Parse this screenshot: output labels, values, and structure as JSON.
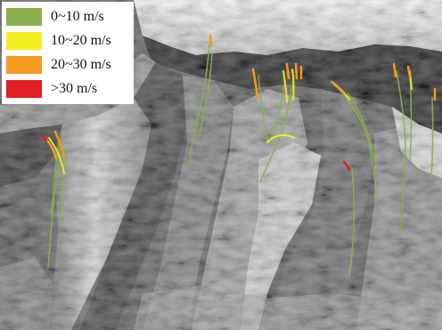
{
  "legend": {
    "items": [
      {
        "label": "0~10 m/s",
        "color": "#8db04e"
      },
      {
        "label": "10~20 m/s",
        "color": "#f2ef1f"
      },
      {
        "label": "20~30 m/s",
        "color": "#f39a1f"
      },
      {
        "label": ">30 m/s",
        "color": "#e21f23"
      }
    ]
  }
}
